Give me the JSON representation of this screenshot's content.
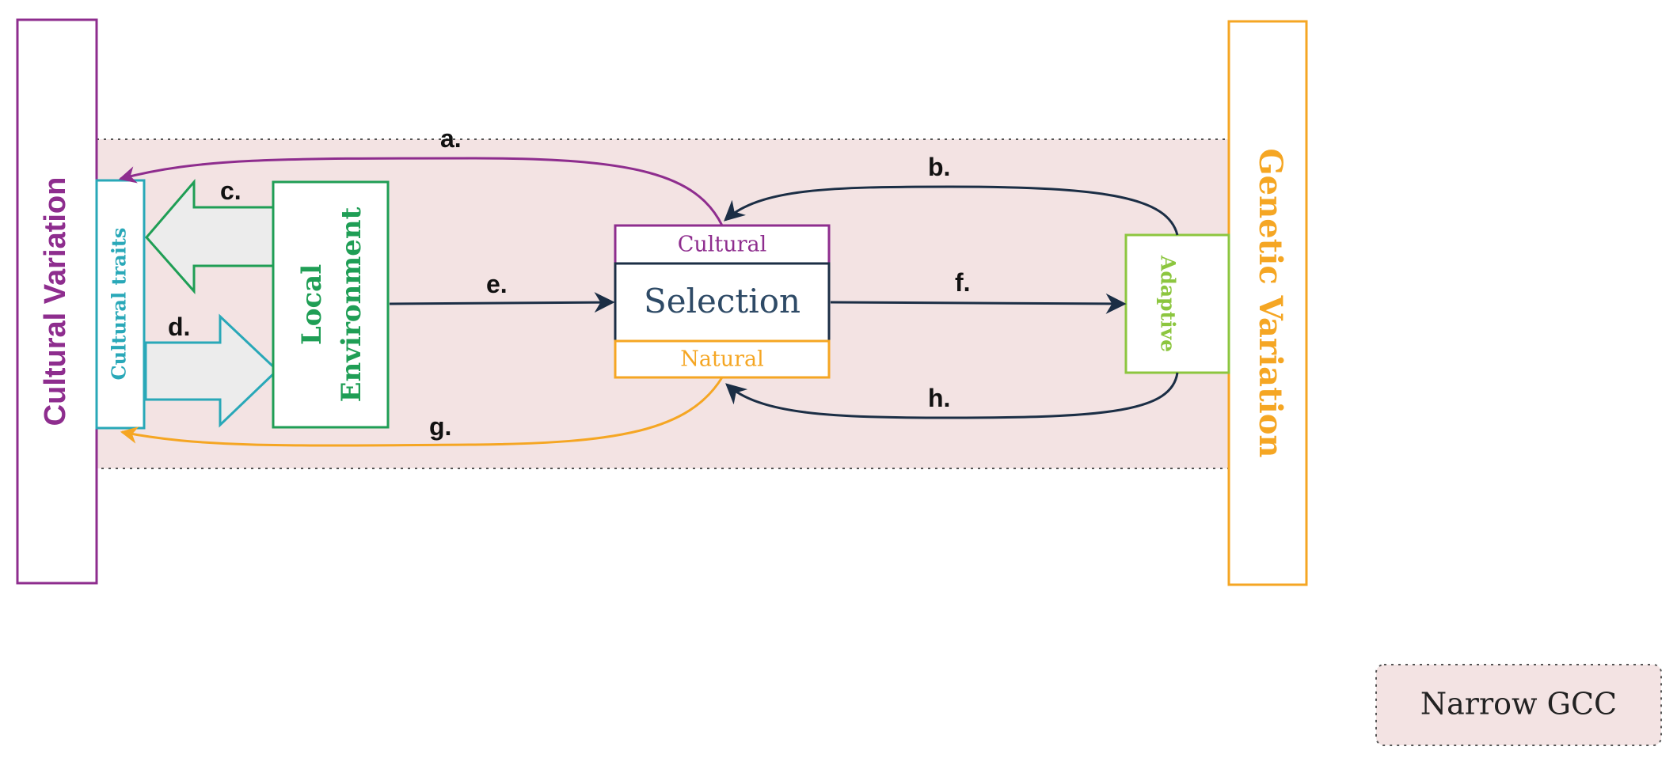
{
  "colors": {
    "cultural": "#8e2d8e",
    "genetic": "#f5a623",
    "traits": "#29a8b8",
    "environment": "#1f9e55",
    "adaptive": "#8cc63f",
    "arrow_dark": "#1b2e45",
    "band_fill": "#f3e3e3"
  },
  "panels": {
    "cultural_variation": "Cultural Variation",
    "genetic_variation": "Genetic Variation"
  },
  "boxes": {
    "cultural_traits": "Cultural traits",
    "local_environment_line1": "Local",
    "local_environment_line2": "Environment",
    "selection_cultural": "Cultural",
    "selection_main": "Selection",
    "selection_natural": "Natural",
    "adaptive": "Adaptive"
  },
  "labels": {
    "a": "a.",
    "b": "b.",
    "c": "c.",
    "d": "d.",
    "e": "e.",
    "f": "f.",
    "g": "g.",
    "h": "h."
  },
  "legend": {
    "narrow_gcc": "Narrow GCC"
  }
}
